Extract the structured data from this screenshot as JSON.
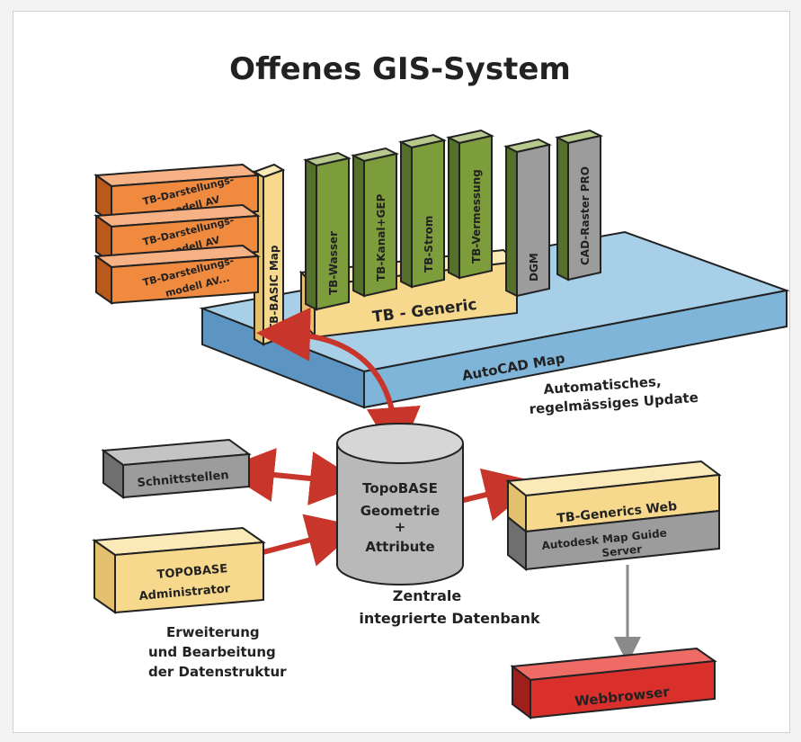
{
  "title": "Offenes GIS-System",
  "platform": {
    "label": "AutoCAD Map",
    "color": "#7fb5d9"
  },
  "generic": {
    "label": "TB - Generic",
    "color": "#f6d98c"
  },
  "basic_map": {
    "label": "TB-BASIC Map",
    "color": "#f6d98c"
  },
  "modules": [
    {
      "label": "TB-Wasser",
      "color": "#7d9d3d"
    },
    {
      "label": "TB-Kanal+GEP",
      "color": "#7d9d3d"
    },
    {
      "label": "TB-Strom",
      "color": "#7d9d3d"
    },
    {
      "label": "TB-Vermessung",
      "color": "#7d9d3d"
    },
    {
      "label": "DGM",
      "color": "#9c9c9c"
    },
    {
      "label": "CAD-Raster PRO",
      "color": "#9c9c9c"
    }
  ],
  "stack": [
    {
      "line1": "TB-Darstellungs-",
      "line2": "modell AV"
    },
    {
      "line1": "TB-Darstellungs-",
      "line2": "modell AV"
    },
    {
      "line1": "TB-Darstellungs-",
      "line2": "modell AV..."
    }
  ],
  "stack_color": "#ef8a3f",
  "database": {
    "line1": "TopoBASE",
    "line2": "Geometrie",
    "line3": "+",
    "line4": "Attribute",
    "caption_line1": "Zentrale",
    "caption_line2": "integrierte Datenbank",
    "color": "#b9b9b9"
  },
  "schnittstellen": {
    "label": "Schnittstellen",
    "color": "#9c9c9c"
  },
  "administrator": {
    "line1": "TOPOBASE",
    "line2": "Administrator",
    "color": "#f6d98c"
  },
  "admin_caption": [
    "Erweiterung",
    "und Bearbeitung",
    "der Datenstruktur"
  ],
  "web": {
    "label": "TB-Generics Web",
    "color": "#f6d98c"
  },
  "mapguide": {
    "line1": "Autodesk Map Guide",
    "line2": "Server",
    "color": "#9c9c9c"
  },
  "update_caption": [
    "Automatisches,",
    "regelmässiges Update"
  ],
  "browser": {
    "label": "Webbrowser",
    "color": "#d9302c"
  },
  "arrow_color": "#c8352b"
}
